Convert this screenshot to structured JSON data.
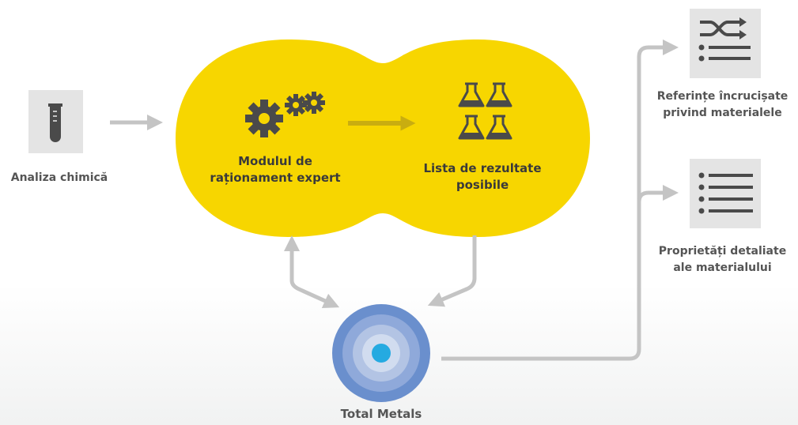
{
  "nodes": {
    "chem_analysis": {
      "label": "Analiza chimică"
    },
    "expert_module": {
      "label_line1": "Modulul de",
      "label_line2": "raționament expert"
    },
    "results_list": {
      "label_line1": "Lista de rezultate",
      "label_line2": "posibile"
    },
    "database": {
      "label": "Total Metals"
    },
    "cross_ref": {
      "label_line1": "Referințe încrucișate",
      "label_line2": "privind materialele"
    },
    "properties": {
      "label_line1": "Proprietăți detaliate",
      "label_line2": "ale materialului"
    }
  },
  "colors": {
    "blob": "#f7d600",
    "arrow": "#c4c4c4",
    "inner_arrow": "#c9ad10",
    "icon_box": "#e4e4e4",
    "icon_dark": "#4a4a4a",
    "target_rings": [
      "#6a8fcd",
      "#8fa9da",
      "#b3c4e4",
      "#d1dcef"
    ],
    "target_center": "#25aae1"
  },
  "icons": [
    "test-tube-icon",
    "gears-icon",
    "flasks-icon",
    "shuffle-list-icon",
    "list-icon",
    "target-icon"
  ]
}
